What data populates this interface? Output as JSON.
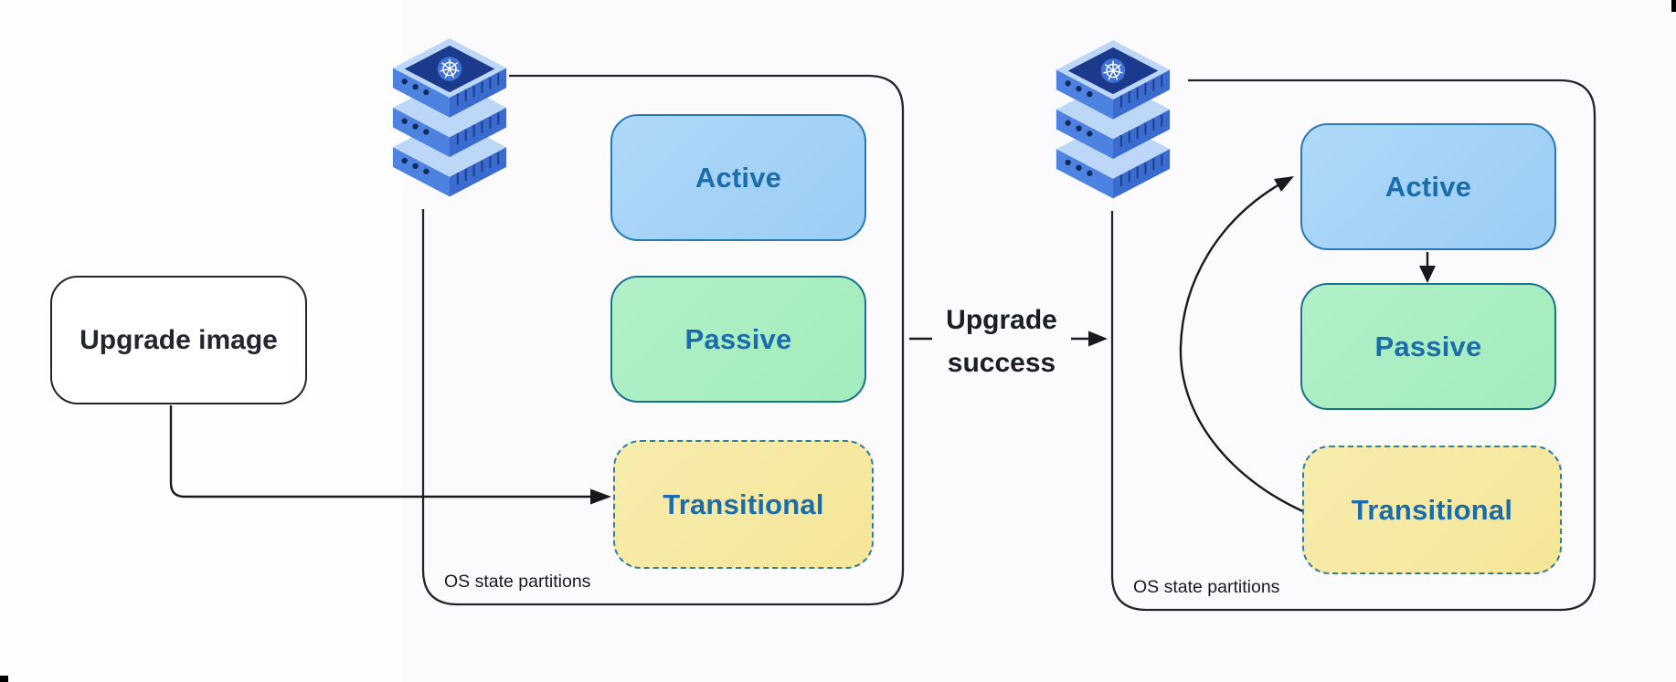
{
  "page": {
    "background_color": "#fbfafd"
  },
  "upgrade_image": {
    "label": "Upgrade image"
  },
  "transition": {
    "label_line1": "Upgrade",
    "label_line2": "success"
  },
  "left_cluster": {
    "icon": "kubernetes-server-stack",
    "caption": "OS state partitions",
    "partitions": [
      {
        "label": "Active",
        "fill": "#a6d4f7",
        "border_color": "#2878b8",
        "border_style": "solid"
      },
      {
        "label": "Passive",
        "fill": "#abeec4",
        "border_color": "#1a7191",
        "border_style": "solid"
      },
      {
        "label": "Transitional",
        "fill": "#f6e9a1",
        "border_color": "#2e7ca8",
        "border_style": "dashed"
      }
    ]
  },
  "right_cluster": {
    "icon": "kubernetes-server-stack",
    "caption": "OS state partitions",
    "partitions": [
      {
        "label": "Active",
        "fill": "#a6d4f7",
        "border_color": "#2878b8",
        "border_style": "solid"
      },
      {
        "label": "Passive",
        "fill": "#abeec4",
        "border_color": "#1a7191",
        "border_style": "solid"
      },
      {
        "label": "Transitional",
        "fill": "#f6e9a1",
        "border_color": "#2e7ca8",
        "border_style": "dashed"
      }
    ]
  },
  "colors": {
    "partition_label": "#1a6cab",
    "outline": "#22262c",
    "arrow": "#17191d",
    "server_blue": "#3a6cd0",
    "server_light": "#bdd7f8",
    "kubernetes_navy": "#1c3a8c"
  }
}
